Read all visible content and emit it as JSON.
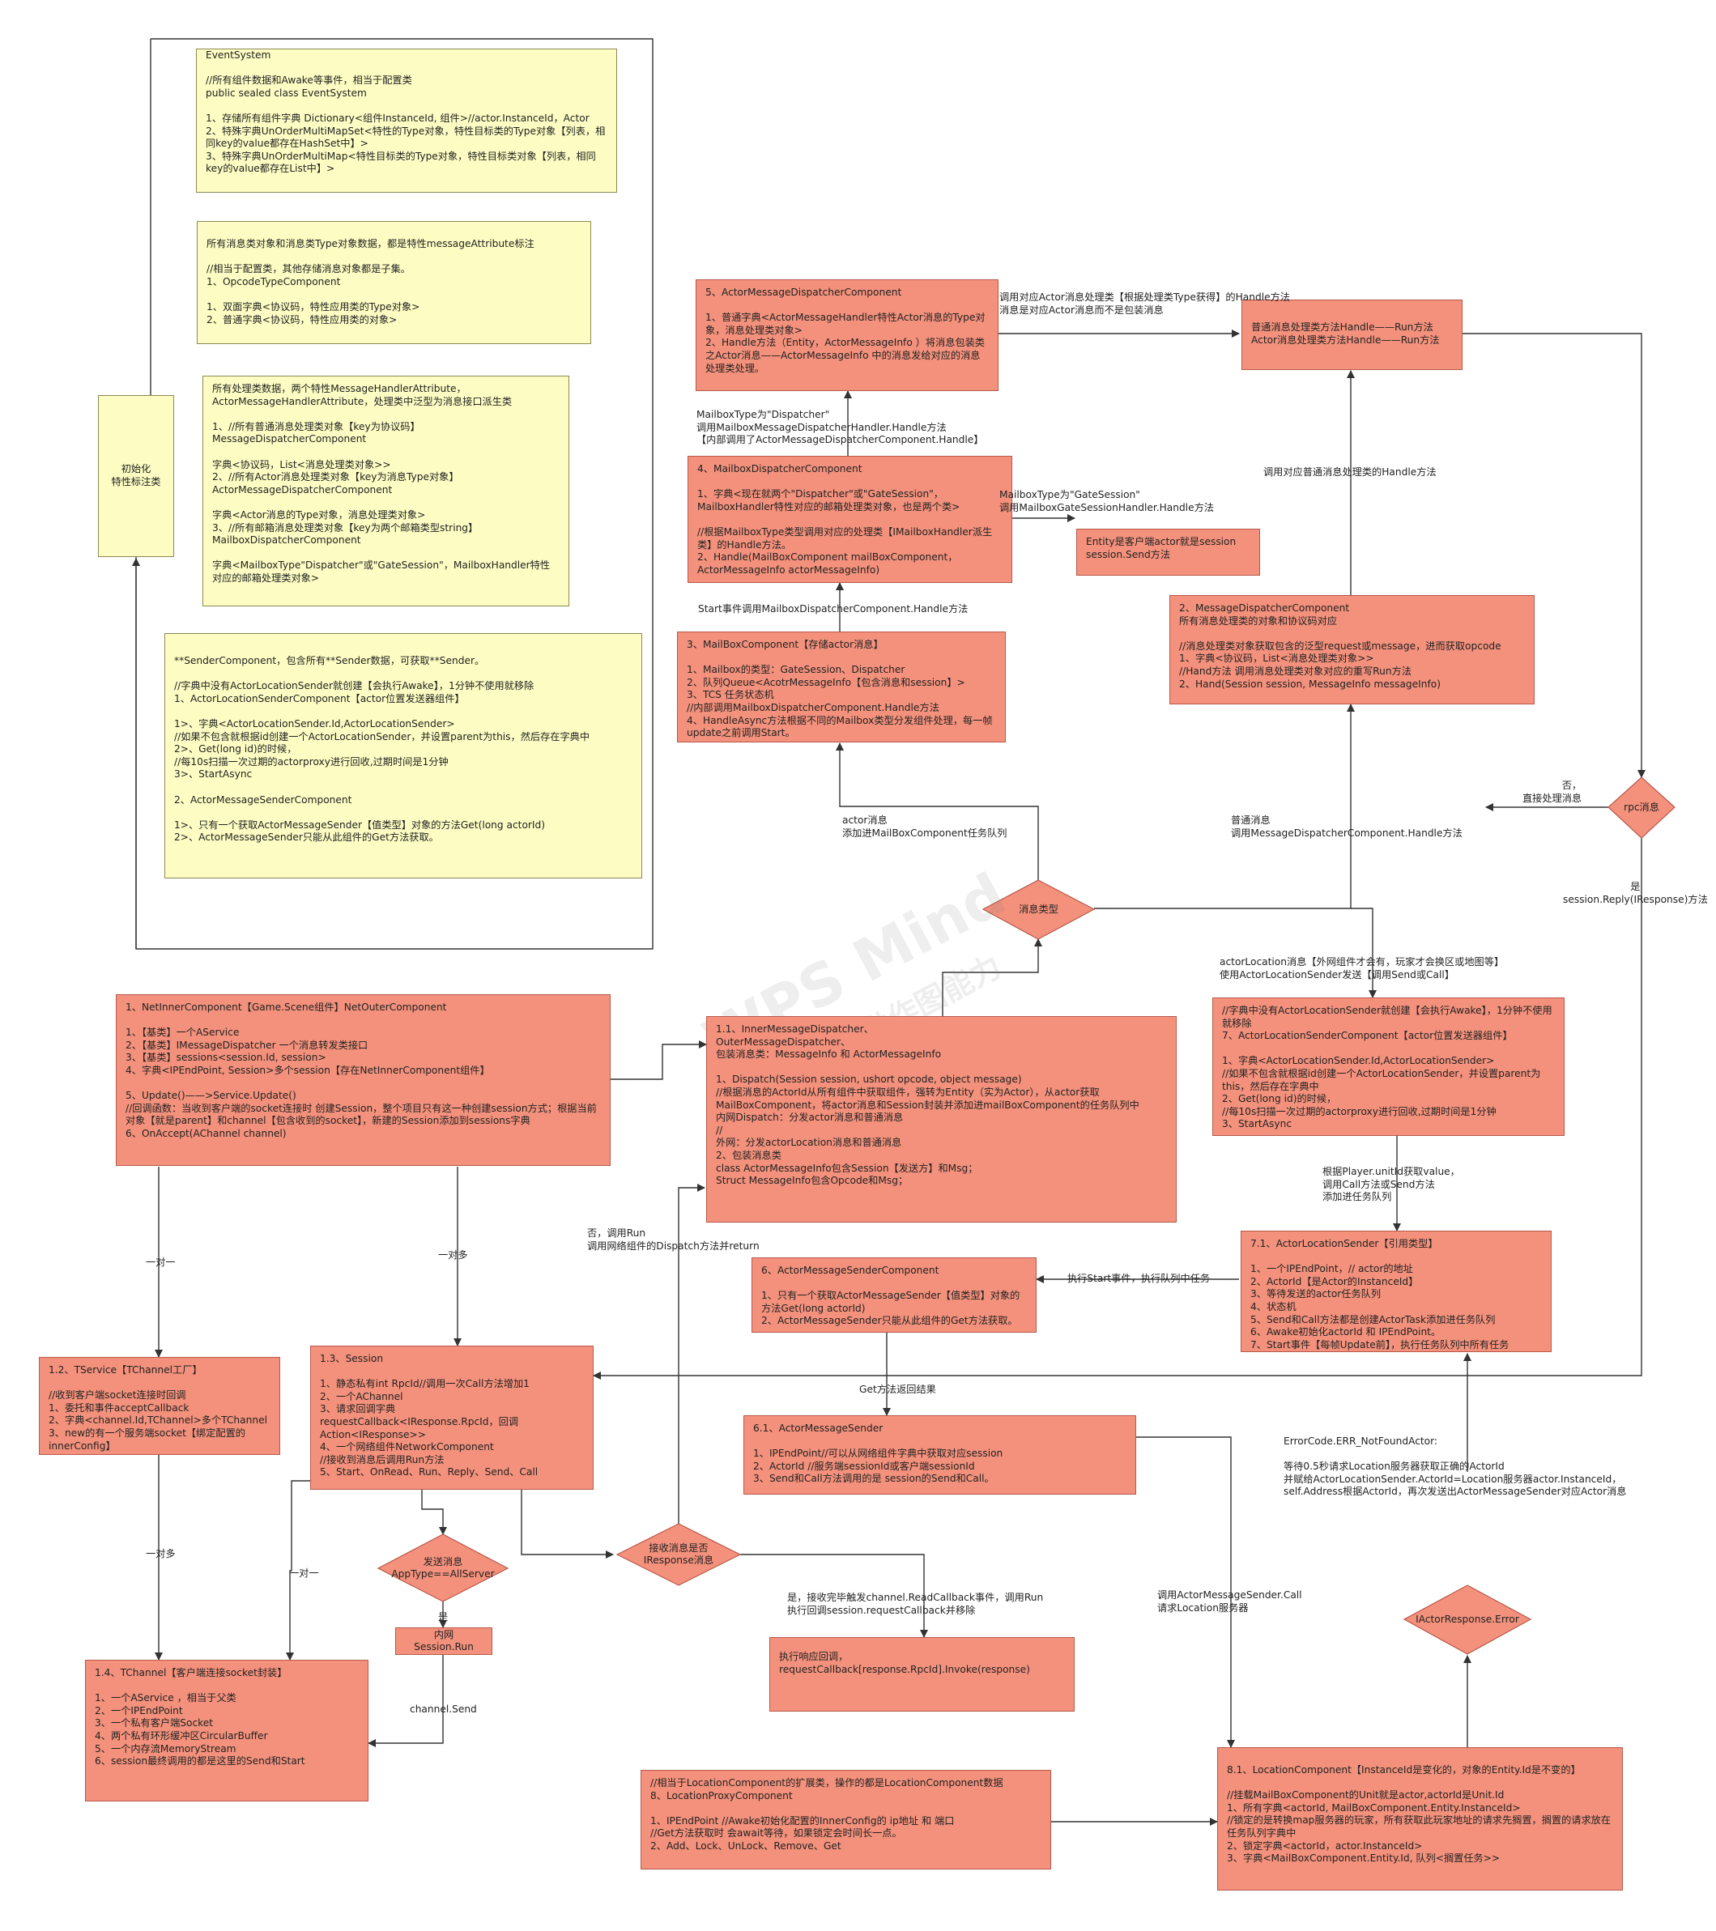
{
  "watermark": {
    "line1": "WPS Mind",
    "line2": "WPS应提供作图能力"
  },
  "colors": {
    "node_red": "#f3917c",
    "node_yellow": "#fdfdc3",
    "edge": "#333333"
  },
  "nodes": {
    "event_system": "EventSystem\n\n//所有组件数据和Awake等事件，相当于配置类\npublic sealed class EventSystem\n\n1、存储所有组件字典 Dictionary<组件InstanceId, 组件>//actor.InstanceId，Actor\n2、特殊字典UnOrderMultiMapSet<特性的Type对象，特性目标类的Type对象【列表，相同key的value都存在HashSet中】>\n3、特殊字典UnOrderMultiMap<特性目标类的Type对象，特性目标类对象【列表，相同key的value都存在List中】>",
    "message_attr": "所有消息类对象和消息类Type对象数据，都是特性messageAttribute标注\n\n//相当于配置类，其他存储消息对象都是子集。\n1、OpcodeTypeComponent\n\n1、双面字典<协议码，特性应用类的Type对象>\n2、普通字典<协议码，特性应用类的对象>",
    "handler_attr": "所有处理类数据，两个特性MessageHandlerAttribute，ActorMessageHandlerAttribute，处理类中泛型为消息接口派生类\n\n1、//所有普通消息处理类对象【key为协议码】\nMessageDispatcherComponent\n\n字典<协议码，List<消息处理类对象>>\n2、//所有Actor消息处理类对象【key为消息Type对象】\nActorMessageDispatcherComponent\n\n字典<Actor消息的Type对象，消息处理类对象>\n3、//所有邮箱消息处理类对象【key为两个邮箱类型string】\nMailboxDispatcherComponent\n\n字典<MailboxType\"Dispatcher\"或\"GateSession\"，MailboxHandler特性对应的邮箱处理类对象>",
    "sender_component": "**SenderComponent，包含所有**Sender数据，可获取**Sender。\n\n//字典中没有ActorLocationSender就创建【会执行Awake】，1分钟不使用就移除\n1、ActorLocationSenderComponent【actor位置发送器组件】\n\n1>、字典<ActorLocationSender.Id,ActorLocationSender>\n//如果不包含就根据id创建一个ActorLocationSender，并设置parent为this，然后存在字典中\n2>、Get(long id)的时候，\n//每10s扫描一次过期的actorproxy进行回收,过期时间是1分钟\n3>、StartAsync\n\n2、ActorMessageSenderComponent\n\n1>、只有一个获取ActorMessageSender【值类型】对象的方法Get(long actorId)\n2>、ActorMessageSender只能从此组件的Get方法获取。",
    "init_box": "初始化\n特性标注类",
    "actor_dispatcher": "5、ActorMessageDispatcherComponent\n\n1、普通字典<ActorMessageHandler特性Actor消息的Type对象，消息处理类对象>\n2、Handle方法（Entity，ActorMessageInfo ）将消息包装类之Actor消息——ActorMessageInfo 中的消息发给对应的消息处理类处理。",
    "handle_run": "普通消息处理类方法Handle——Run方法\nActor消息处理类方法Handle——Run方法",
    "mailbox_dispatcher": "4、MailboxDispatcherComponent\n\n1、字典<现在就两个\"Dispatcher\"或\"GateSession\"，MailboxHandler特性对应的邮箱处理类对象，也是两个类>\n\n//根据MailboxType类型调用对应的处理类【IMailboxHandler派生类】的Handle方法。\n2、Handle(MailBoxComponent mailBoxComponent，ActorMessageInfo actorMessageInfo)",
    "entity_client": "Entity是客户端actor就是session\nsession.Send方法",
    "message_dispatcher": "2、MessageDispatcherComponent\n所有消息处理类的对象和协议码对应\n\n//消息处理类对象获取包含的泛型request或message，进而获取opcode\n1、字典<协议码，List<消息处理类对象>>\n//Hand方法 调用消息处理类对象对应的重写Run方法\n2、Hand(Session session, MessageInfo messageInfo)",
    "mailbox_component": "3、MailBoxComponent【存储actor消息】\n\n1、Mailbox的类型：GateSession、Dispatcher\n2、队列Queue<AcotrMessageInfo【包含消息和session】>\n3、TCS 任务状态机\n//内部调用MailboxDispatcherComponent.Handle方法\n4、HandleAsync方法根据不同的Mailbox类型分发组件处理，每一帧update之前调用Start。",
    "net_component": "1、NetInnerComponent【Game.Scene组件】NetOuterComponent\n\n1、【基类】一个AService\n2、【基类】IMessageDispatcher 一个消息转发类接口\n3、【基类】sessions<session.Id, session>\n4、字典<IPEndPoint, Session>多个session【存在NetInnerComponent组件】\n\n5、Update()——>Service.Update()\n//回调函数：当收到客户端的socket连接时 创建Session，整个项目只有这一种创建session方式；根据当前对象【就是parent】和channel【包含收到的socket】，新建的Session添加到sessions字典\n6、OnAccept(AChannel channel)",
    "inner_dispatcher": "1.1、InnerMessageDispatcher、\nOuterMessageDispatcher、\n包装消息类：MessageInfo 和 ActorMessageInfo\n\n1、Dispatch(Session session, ushort opcode, object message)\n//根据消息的ActorId从所有组件中获取组件，强转为Entity（实为Actor），从actor获取MailBoxComponent，将actor消息和Session封装并添加进mailBoxComponent的任务队列中\n内网Dispatch：分发actor消息和普通消息\n//\n外网：分发actorLocation消息和普通消息\n2、包装消息类\nclass ActorMessageInfo包含Session【发送方】和Msg；\nStruct MessageInfo包含Opcode和Msg；",
    "location_sender_comp": "//字典中没有ActorLocationSender就创建【会执行Awake】，1分钟不使用就移除\n7、ActorLocationSenderComponent【actor位置发送器组件】\n\n1、字典<ActorLocationSender.Id,ActorLocationSender>\n//如果不包含就根据id创建一个ActorLocationSender，并设置parent为this，然后存在字典中\n2、Get(long id)的时候，\n//每10s扫描一次过期的actorproxy进行回收,过期时间是1分钟\n3、StartAsync",
    "location_sender": "7.1、ActorLocationSender【引用类型】\n\n1、一个IPEndPoint，// actor的地址\n2、ActorId【是Actor的InstanceId】\n3、等待发送的actor任务队列\n4、状态机\n5、Send和Call方法都是创建ActorTask添加进任务队列\n6、Awake初始化actorId 和 IPEndPoint。\n7、Start事件【每帧Update前】，执行任务队列中所有任务",
    "msg_sender_comp": "6、ActorMessageSenderComponent\n\n1、只有一个获取ActorMessageSender【值类型】对象的方法Get(long actorId)\n2、ActorMessageSender只能从此组件的Get方法获取。",
    "tservice": "1.2、TService【TChannel工厂】\n\n//收到客户端socket连接时回调\n1、委托和事件acceptCallback\n2、字典<channel.Id,TChannel>多个TChannel\n3、new的有一个服务端socket【绑定配置的innerConfig】",
    "session": "1.3、Session\n\n1、静态私有int RpcId//调用一次Call方法增加1\n2、一个AChannel\n3、请求回调字典\nrequestCallback<IResponse.RpcId，回调Action<IResponse>>\n4、一个网络组件NetworkComponent\n//接收到消息后调用Run方法\n5、Start、OnRead、Run、Reply、Send、Call",
    "msg_sender": "6.1、ActorMessageSender\n\n1、IPEndPoint//可以从网络组件字典中获取对应session\n2、ActorId //服务端sessionId或客户端sessionId\n3、Send和Call方法调用的是 session的Send和Call。",
    "inner_run": "内网\nSession.Run",
    "tchannel": "1.4、TChannel【客户端连接socket封装】\n\n1、一个AService ，相当于父类\n2、一个IPEndPoint\n3、一个私有客户端Socket\n4、两个私有环形缓冲区CircularBuffer\n5、一个内存流MemoryStream\n6、session最终调用的都是这里的Send和Start",
    "exec_response": "执行响应回调，\nrequestCallback[response.RpcId].Invoke(response)",
    "location_proxy": "//相当于LocationComponent的扩展类，操作的都是LocationComponent数据\n8、LocationProxyComponent\n\n1、IPEndPoint //Awake初始化配置的InnerConfig的 ip地址 和 端口\n//Get方法获取时 会await等待，如果锁定会时间长一点。\n2、Add、Lock、UnLock、Remove、Get",
    "location_component": "8.1、LocationComponent【InstanceId是变化的，对象的Entity.Id是不变的】\n\n//挂载MailBoxComponent的Unit就是actor,actorId是Unit.Id\n1、所有字典<actorId, MailBoxComponent.Entity.InstanceId>\n//锁定的是转换map服务器的玩家，所有获取此玩家地址的请求先搁置，搁置的请求放在任务队列字典中\n2、锁定字典<actorId，actor.InstanceId>\n3、字典<MailBoxComponent.Entity.Id, 队列<搁置任务>>"
  },
  "diamonds": {
    "msg_type": "消息类型",
    "rpc_msg": "rpc消息",
    "send_msg": "发送消息\nAppType==AllServer",
    "recv_response": "接收消息是否\nIResponse消息",
    "iactor_error": "IActorResponse.Error"
  },
  "edge_labels": {
    "l1": "调用对应Actor消息处理类【根据处理类Type获得】的Handle方法\n消息是对应Actor消息而不是包装消息",
    "l2": "MailboxType为\"Dispatcher\"\n调用MailboxMessageDispatcherHandler.Handle方法\n【内部调用了ActorMessageDispatcherComponent.Handle】",
    "l3": "MailboxType为\"GateSession\"\n调用MailboxGateSessionHandler.Handle方法",
    "l4": "调用对应普通消息处理类的Handle方法",
    "l5": "Start事件调用MailboxDispatcherComponent.Handle方法",
    "l6": "否，\n直接处理消息",
    "l7": "actor消息\n添加进MailBoxComponent任务队列",
    "l8": "普通消息\n调用MessageDispatcherComponent.Handle方法",
    "l9": "是\nsession.Reply(IResponse)方法",
    "l10": "actorLocation消息【外网组件才会有，玩家才会换区或地图等】\n使用ActorLocationSender发送【调用Send或Call】",
    "l11": "根据Player.unitId获取value，\n调用Call方法或Send方法\n添加进任务队列",
    "l12": "否，调用Run\n调用网络组件的Dispatch方法并return",
    "l13": "执行Start事件，执行队列中任务",
    "l14": "一对一",
    "l15": "一对多",
    "l16": "Get方法返回结果",
    "l17": "ErrorCode.ERR_NotFoundActor:\n\n等待0.5秒请求Location服务器获取正确的ActorId\n并赋给ActorLocationSender.ActorId=Location服务器actor.InstanceId，\nself.Address根据ActorId，再次发送出ActorMessageSender对应Actor消息",
    "l18": "一对多",
    "l19": "一对一",
    "l20": "是",
    "l21": "是，接收完毕触发channel.ReadCallback事件，调用Run\n执行回调session.requestCallback并移除",
    "l22": "调用ActorMessageSender.Call\n请求Location服务器",
    "l23": "channel.Send"
  }
}
